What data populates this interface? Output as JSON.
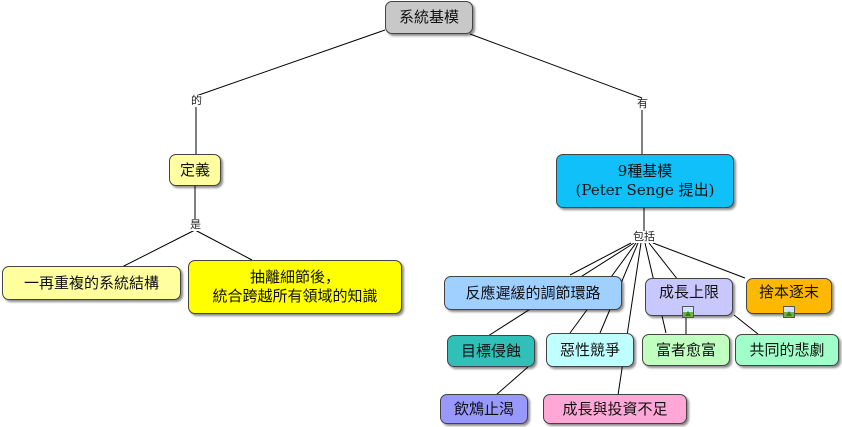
{
  "nodes": {
    "root": "系統基模",
    "definition": "定義",
    "basic_patterns_line1": "9種基模",
    "basic_patterns_line2": "(Peter Senge 提出)",
    "repeated_structure": "一再重複的系統結構",
    "abstract_line1": "抽離細節後，",
    "abstract_line2": "統合跨越所有領域的知識",
    "balancing_delay": "反應遲緩的調節環路",
    "limits_to_growth": "成長上限",
    "shifting_burden": "捨本逐末",
    "eroding_goals": "目標侵蝕",
    "escalation": "惡性競爭",
    "success_to_successful": "富者愈富",
    "tragedy_commons": "共同的悲劇",
    "fixes_that_fail": "飲鴆止渴",
    "growth_underinvestment": "成長與投資不足"
  },
  "links": {
    "root_to_definition": "的",
    "root_to_patterns": "有",
    "definition_is": "是",
    "patterns_include": "包括"
  },
  "colors": {
    "root": "#c8c8c8",
    "definition": "#ffffa0",
    "patterns": "#10c0f8",
    "repeated_structure": "#ffffa0",
    "abstract": "#ffff00",
    "balancing_delay": "#a0d0ff",
    "limits_to_growth": "#c8c8ff",
    "shifting_burden": "#ffb800",
    "eroding_goals": "#30c0b8",
    "escalation": "#c0ffff",
    "success_to_successful": "#c0ffc0",
    "tragedy_commons": "#a0ffc8",
    "fixes_that_fail": "#9898ff",
    "growth_underinvestment": "#ffa8d8"
  },
  "icons": [
    "image-icon",
    "image-icon"
  ]
}
